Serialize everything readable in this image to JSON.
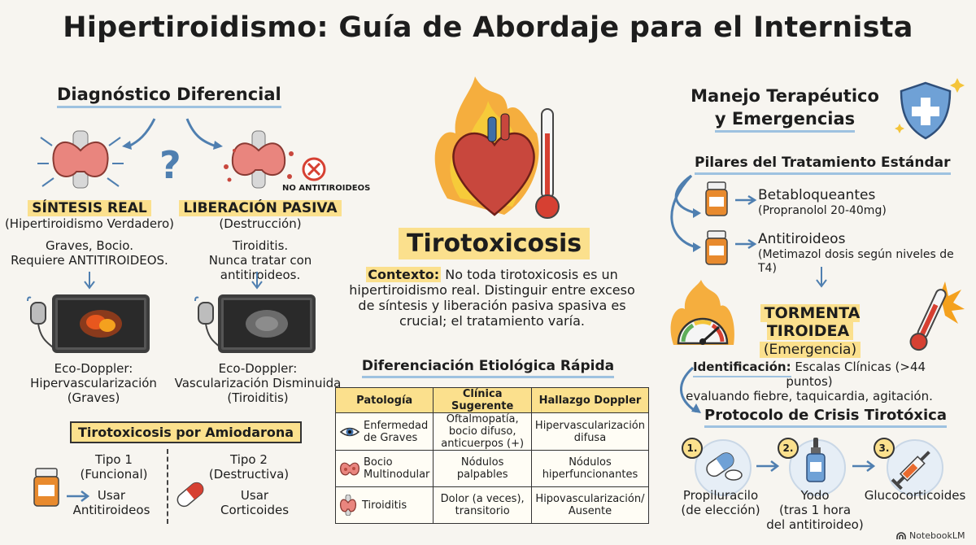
{
  "title": "Hipertiroidismo: Guía de Abordaje para el Internista",
  "diagnostico": {
    "heading": "Diagnóstico Diferencial",
    "question": "?",
    "no_antitiroideos": "NO ANTITIROIDEOS",
    "sintesis": {
      "label": "SÍNTESIS REAL",
      "sub": "(Hipertiroidismo Verdadero)",
      "desc1": "Graves, Bocio.",
      "desc2": "Requiere ANTITIROIDEOS.",
      "eco1": "Eco-Doppler:",
      "eco2": "Hipervascularización",
      "eco3": "(Graves)"
    },
    "liberacion": {
      "label": "LIBERACIÓN PASIVA",
      "sub": "(Destrucción)",
      "desc1": "Tiroiditis.",
      "desc2": "Nunca tratar con antitiroideos.",
      "eco1": "Eco-Doppler:",
      "eco2": "Vascularización Disminuida",
      "eco3": "(Tiroiditis)"
    },
    "amiodarona": {
      "heading": "Tirotoxicosis por Amiodarona",
      "tipo1_title": "Tipo 1",
      "tipo1_sub": "(Funcional)",
      "tipo1_action1": "Usar",
      "tipo1_action2": "Antitiroideos",
      "tipo2_title": "Tipo 2",
      "tipo2_sub": "(Destructiva)",
      "tipo2_action1": "Usar",
      "tipo2_action2": "Corticoides"
    }
  },
  "centro": {
    "heading": "Tirotoxicosis",
    "contexto_label": "Contexto:",
    "contexto_l1": "No toda tirotoxicosis es un",
    "contexto_l2": "hipertiroidismo real. Distinguir entre exceso",
    "contexto_l3": "de síntesis y liberación pasiva spasiva es",
    "contexto_l4": "crucial; el tratamiento varía."
  },
  "tabla": {
    "heading": "Diferenciación Etiológica Rápida",
    "headers": [
      "Patología",
      "Clínica Sugerente",
      "Hallazgo Doppler"
    ],
    "rows": [
      {
        "pat1": "Enfermedad",
        "pat2": "de Graves",
        "clin1": "Oftalmopatía,",
        "clin2": "bocio difuso,",
        "clin3": "anticuerpos (+)",
        "dop1": "Hipervascularización",
        "dop2": "difusa",
        "icon": "eye-icon"
      },
      {
        "pat1": "Bocio",
        "pat2": "Multinodular",
        "clin1": "Nódulos palpables",
        "clin2": "",
        "clin3": "",
        "dop1": "Nódulos",
        "dop2": "hiperfuncionantes",
        "icon": "thyroid-nodules-icon"
      },
      {
        "pat1": "Tiroiditis",
        "pat2": "",
        "clin1": "Dolor (a veces),",
        "clin2": "transitorio",
        "clin3": "",
        "dop1": "Hipovascularización/",
        "dop2": "Ausente",
        "icon": "inflamed-thyroid-icon"
      }
    ]
  },
  "manejo": {
    "heading1": "Manejo Terapéutico",
    "heading2": "y Emergencias",
    "pilares_heading": "Pilares del Tratamiento Estándar",
    "beta_title": "Betabloqueantes",
    "beta_sub": "(Propranolol 20-40mg)",
    "anti_title": "Antitiroideos",
    "anti_sub": "(Metimazol dosis según niveles de T4)",
    "tormenta_title": "TORMENTA TIROIDEA",
    "tormenta_sub": "(Emergencia)",
    "ident_label": "Identificación:",
    "ident_l1": "Escalas Clínicas (>44 puntos)",
    "ident_l2": "evaluando fiebre, taquicardia, agitación.",
    "protocolo_heading": "Protocolo de Crisis Tirotóxica",
    "steps": [
      {
        "num": "1.",
        "l1": "Propiluracilo",
        "l2": "(de elección)",
        "l3": ""
      },
      {
        "num": "2.",
        "l1": "Yodo",
        "l2": "(tras 1 hora",
        "l3": "del antitiroideo)"
      },
      {
        "num": "3.",
        "l1": "Glucocorticoides",
        "l2": "",
        "l3": ""
      }
    ]
  },
  "footer": {
    "brand": "NotebookLM"
  },
  "colors": {
    "highlight": "#fbe08d",
    "underline": "#9ec2e0",
    "accent_red": "#d64032",
    "blue_arrow": "#4f7fb0"
  }
}
